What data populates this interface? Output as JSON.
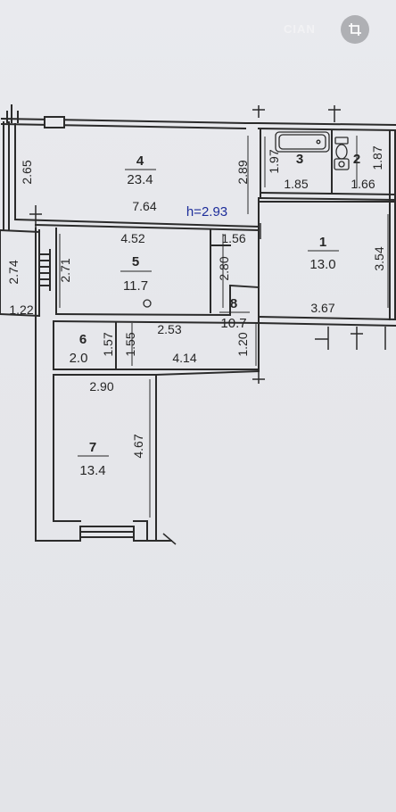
{
  "watermark": "CIAN",
  "height_label": "h=2.93",
  "rooms": [
    {
      "number": "1",
      "area": "13.0"
    },
    {
      "number": "2"
    },
    {
      "number": "3"
    },
    {
      "number": "4",
      "area": "23.4"
    },
    {
      "number": "5",
      "area": "11.7"
    },
    {
      "number": "6",
      "area": "2.0"
    },
    {
      "number": "7",
      "area": "13.4"
    },
    {
      "number": "8",
      "area": "10.7"
    }
  ],
  "dimensions": {
    "d_2_65": "2.65",
    "d_2_89": "2.89",
    "d_7_64": "7.64",
    "d_1_97": "1.97",
    "d_1_85": "1.85",
    "d_1_87": "1.87",
    "d_1_66": "1.66",
    "d_4_52": "4.52",
    "d_1_56": "1.56",
    "d_3_54": "3.54",
    "d_2_74": "2.74",
    "d_2_71": "2.71",
    "d_2_80": "2.80",
    "d_1_22": "1.22",
    "d_3_67": "3.67",
    "d_2_53": "2.53",
    "d_1_57": "1.57",
    "d_1_55": "1.55",
    "d_4_14": "4.14",
    "d_1_20": "1.20",
    "d_2_90": "2.90",
    "d_4_67": "4.67"
  },
  "colors": {
    "wall": "#2b2b2b",
    "text": "#262626",
    "height_label": "#1d2d9a",
    "background": "#e8e9ed"
  },
  "icons": [
    "crop-icon",
    "bathtub-icon",
    "toilet-icon",
    "sink-icon"
  ]
}
